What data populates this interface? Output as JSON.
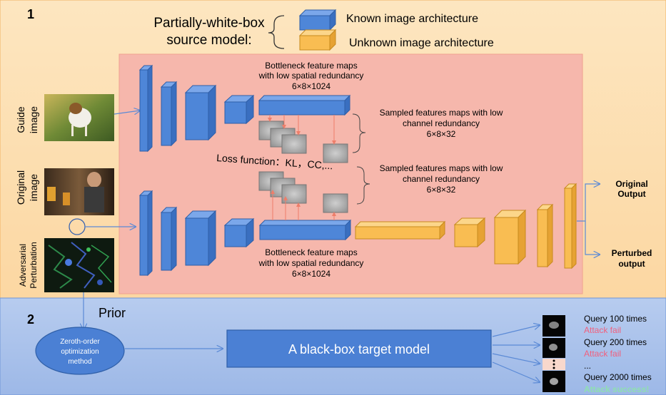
{
  "panel1": {
    "number": "1",
    "source_model_line1": "Partially-white-box",
    "source_model_line2": "source model:",
    "legend_known": "Known image architecture",
    "legend_unknown": "Unknown image architecture",
    "guide_label_1": "Guide",
    "guide_label_2": "image",
    "original_label_1": "Original",
    "original_label_2": "image",
    "adv_label_1": "Adversarial",
    "adv_label_2": "Perturbation",
    "bottleneck_top_1": "Bottleneck feature maps",
    "bottleneck_top_2": "with low spatial redundancy",
    "bottleneck_top_3": "6×8×1024",
    "sampled_top_1": "Sampled features maps with low",
    "sampled_top_2": "channel redundancy",
    "sampled_top_3": "6×8×32",
    "loss_function": "Loss function：KL，CC,...",
    "sampled_bot_1": "Sampled features maps with low",
    "sampled_bot_2": "channel redundancy",
    "sampled_bot_3": "6×8×32",
    "bottleneck_bot_1": "Bottleneck feature maps",
    "bottleneck_bot_2": "with low spatial redundancy",
    "bottleneck_bot_3": "6×8×1024",
    "original_output_1": "Original",
    "original_output_2": "Output",
    "perturbed_output_1": "Perturbed",
    "perturbed_output_2": "output"
  },
  "panel2": {
    "number": "2",
    "prior": "Prior",
    "zeroth_1": "Zeroth-order",
    "zeroth_2": "optimization",
    "zeroth_3": "method",
    "target_model": "A black-box target model",
    "q1": "Query 100 times",
    "r1": "Attack fail",
    "q2": "Query 200 times",
    "r2": "Attack fail",
    "dots": "...",
    "q3": "Query 2000 times",
    "r3": "Attack success!"
  },
  "colors": {
    "panel1_bg": "#fde0b4",
    "panel2_bg": "#a9c2ec",
    "inner_box": "#f6b7ac",
    "known_blue": "#4e86d8",
    "unknown_orange": "#f9bd52",
    "fail_red": "#f0607e",
    "success_green": "#8fe0b0"
  }
}
